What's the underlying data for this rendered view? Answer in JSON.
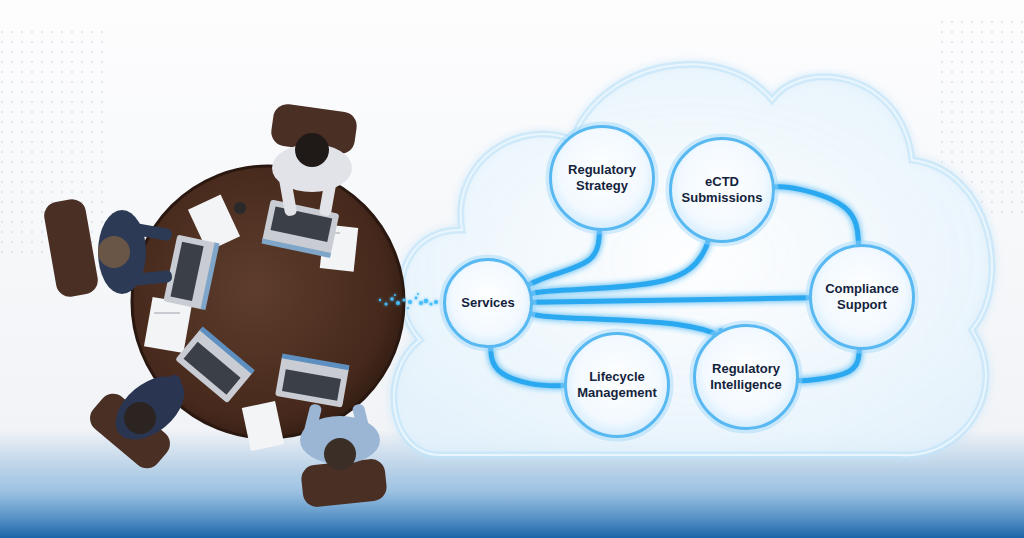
{
  "diagram": {
    "nodes": [
      {
        "text": [
          "Services"
        ]
      },
      {
        "text": [
          "Regulatory Strategy"
        ]
      },
      {
        "text": [
          "eCTD Submissions"
        ]
      },
      {
        "text": [
          "Compliance Support"
        ]
      },
      {
        "text": [
          "Regulatory Intelligence"
        ]
      },
      {
        "text": [
          "Lifecycle Management"
        ]
      }
    ],
    "edges": [
      {
        "from": 0,
        "to": 1,
        "arrow": "none"
      },
      {
        "from": 0,
        "to": 2,
        "arrow": "none"
      },
      {
        "from": 0,
        "to": 3,
        "arrow": "none"
      },
      {
        "from": 0,
        "to": 4,
        "arrow": "none"
      },
      {
        "from": 0,
        "to": 5,
        "arrow": "none"
      },
      {
        "from": 2,
        "to": 3,
        "arrow": "none"
      },
      {
        "from": 4,
        "to": 3,
        "arrow": "none"
      }
    ]
  }
}
